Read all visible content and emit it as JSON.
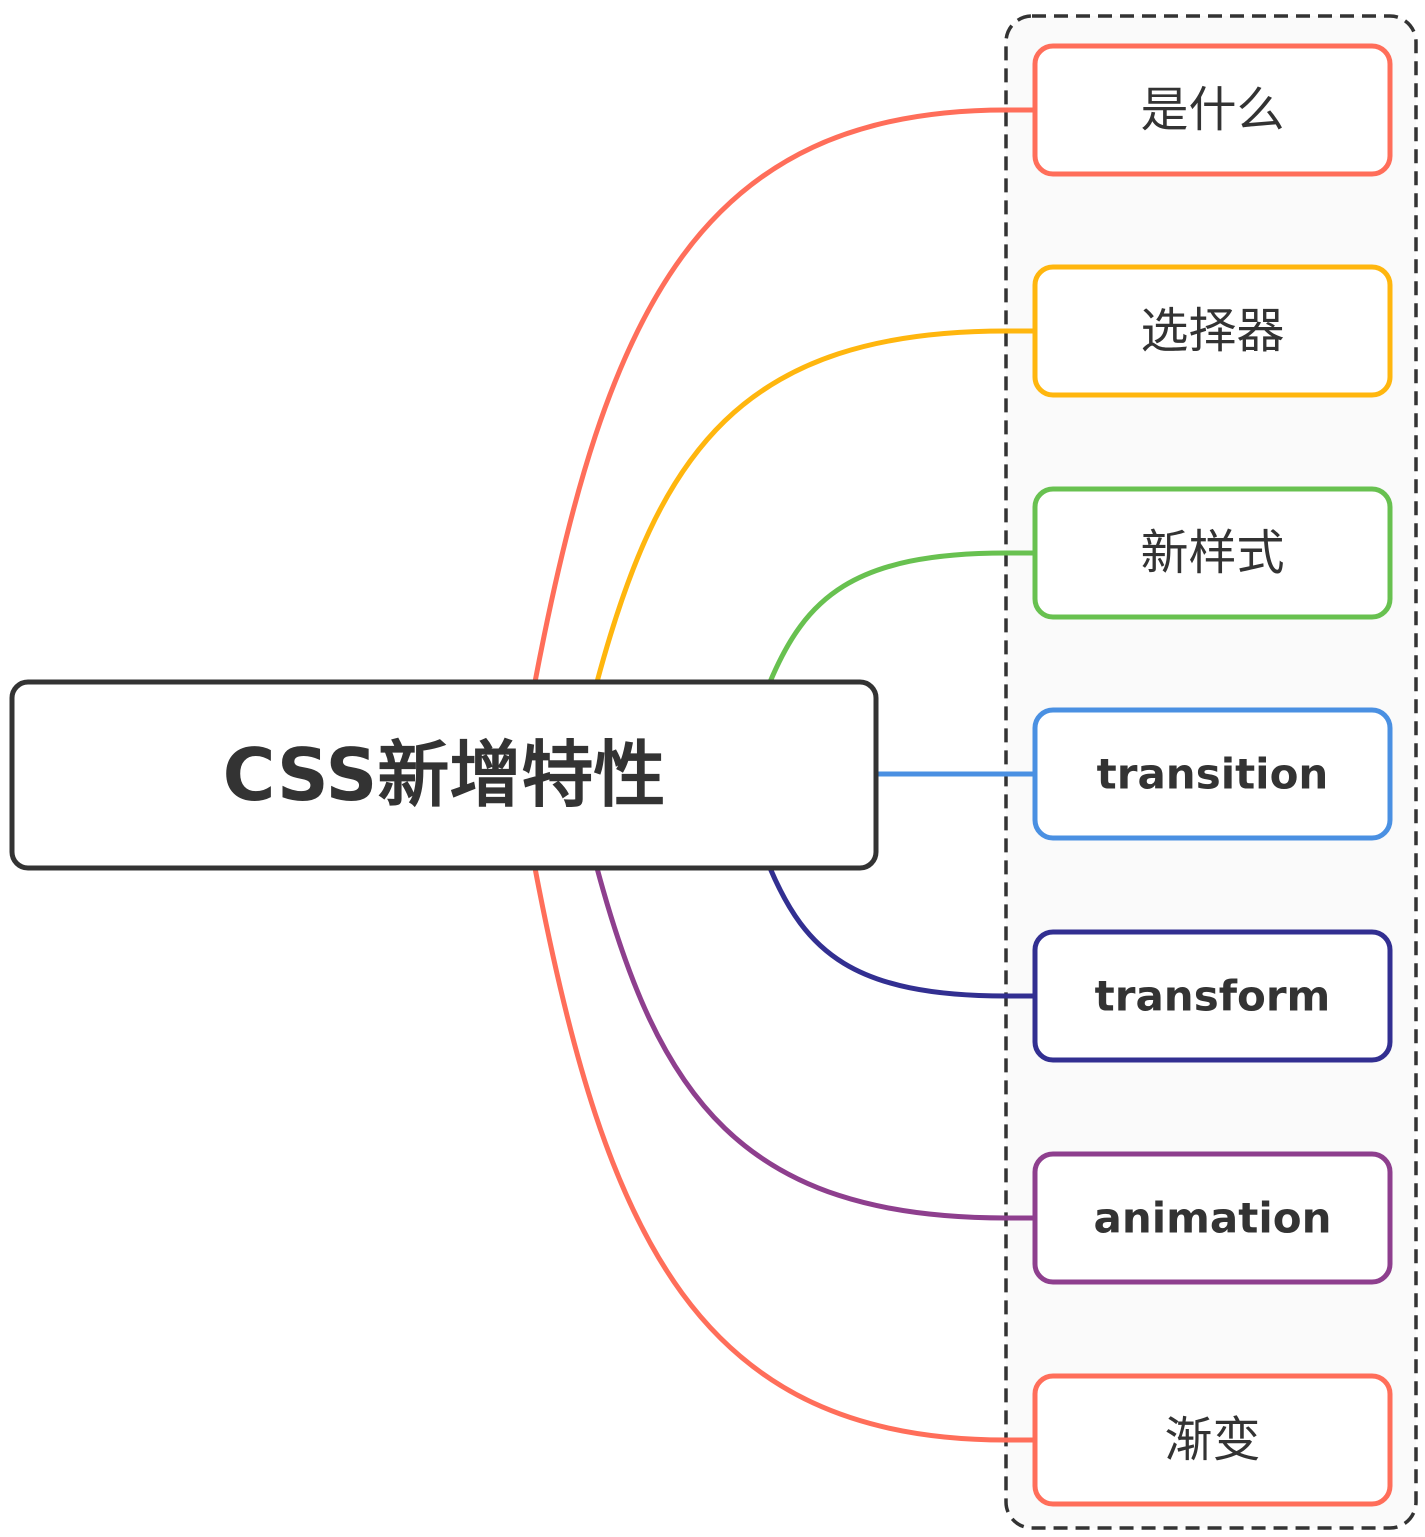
{
  "root": {
    "label": "CSS新增特性",
    "border_color": "#333333"
  },
  "children": [
    {
      "label": "是什么",
      "color": "#FF6E5A"
    },
    {
      "label": "选择器",
      "color": "#FFB60E"
    },
    {
      "label": "新样式",
      "color": "#68C150"
    },
    {
      "label": "transition",
      "color": "#4A90E2"
    },
    {
      "label": "transform",
      "color": "#322F91"
    },
    {
      "label": "animation",
      "color": "#8E3F8E"
    },
    {
      "label": "渐变",
      "color": "#FF6E5A"
    }
  ]
}
